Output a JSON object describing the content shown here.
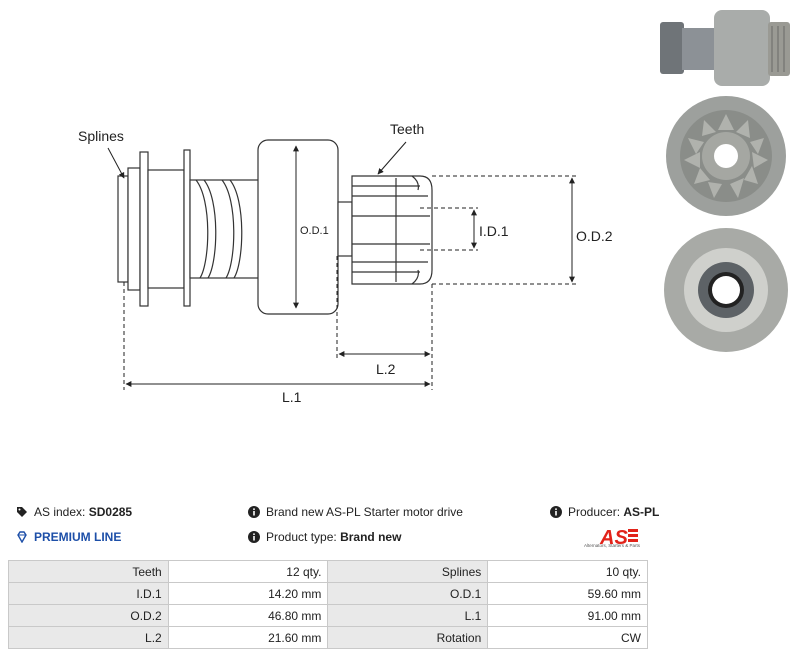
{
  "diagram": {
    "labels": {
      "splines": "Splines",
      "teeth": "Teeth",
      "od1": "O.D.1",
      "id1": "I.D.1",
      "od2": "O.D.2",
      "l2": "L.2",
      "l1": "L.1"
    }
  },
  "info": {
    "as_index_label": "AS index:",
    "as_index_value": "SD0285",
    "premium": "PREMIUM LINE",
    "description": "Brand new AS-PL Starter motor drive",
    "product_type_label": "Product type:",
    "product_type_value": "Brand new",
    "producer_label": "Producer:",
    "producer_value": "AS-PL"
  },
  "logo": {
    "mark": "AS",
    "tagline": "Alternators, Starters & Parts",
    "color": "#e2231a"
  },
  "specs": [
    {
      "label_a": "Teeth",
      "value_a": "12 qty.",
      "label_b": "Splines",
      "value_b": "10 qty."
    },
    {
      "label_a": "I.D.1",
      "value_a": "14.20 mm",
      "label_b": "O.D.1",
      "value_b": "59.60 mm"
    },
    {
      "label_a": "O.D.2",
      "value_a": "46.80 mm",
      "label_b": "L.1",
      "value_b": "91.00 mm"
    },
    {
      "label_a": "L.2",
      "value_a": "21.60 mm",
      "label_b": "Rotation",
      "value_b": "CW"
    }
  ]
}
